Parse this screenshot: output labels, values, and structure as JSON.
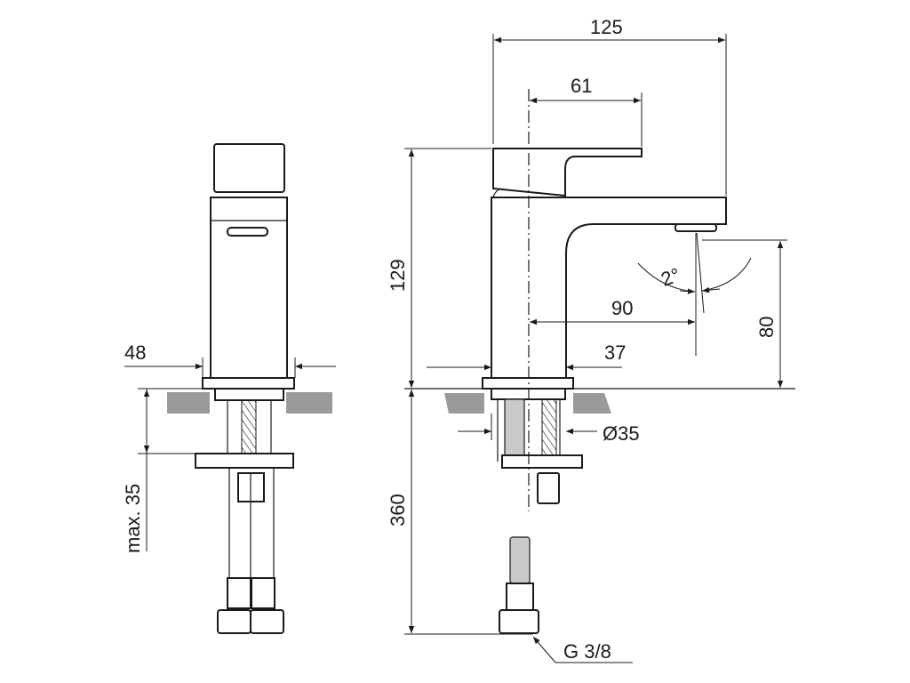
{
  "title": "Basin mixer dimension drawing",
  "dimensions": {
    "overall_projection": "125",
    "handle_offset": "61",
    "height": "129",
    "spout_angle": "2°",
    "spout_reach": "90",
    "spout_height": "80",
    "body_width_side": "48",
    "body_width_front": "37",
    "hole_diameter": "Ø35",
    "max_counter_thickness": "max. 35",
    "hose_length": "360",
    "connection_thread": "G 3/8"
  },
  "colors": {
    "line": "#1a1a1a",
    "countertop": "#9a9a9a"
  }
}
